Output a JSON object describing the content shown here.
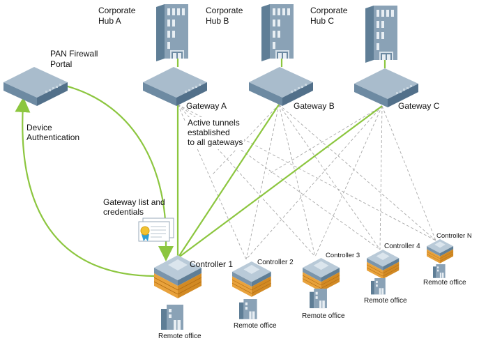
{
  "hubs": [
    {
      "line1": "Corporate",
      "line2": "Hub A"
    },
    {
      "line1": "Corporate",
      "line2": "Hub B"
    },
    {
      "line1": "Corporate",
      "line2": "Hub C"
    }
  ],
  "portal": {
    "line1": "PAN Firewall",
    "line2": "Portal"
  },
  "gateways": [
    "Gateway A",
    "Gateway B",
    "Gateway C"
  ],
  "device_auth": {
    "line1": "Device",
    "line2": "Authentication"
  },
  "tunnels_note": {
    "line1": "Active tunnels",
    "line2": "established",
    "line3": "to all gateways"
  },
  "gateway_list": {
    "line1": "Gateway list and",
    "line2": "credentials"
  },
  "controllers": [
    "Controller 1",
    "Controller 2",
    "Controller 3",
    "Controller 4",
    "Controller N"
  ],
  "remote_office_label": "Remote office",
  "colors": {
    "active_link": "#8cc63f",
    "tunnel": "#a8a8a8",
    "device": "#7b95ab",
    "firewall": "#e8a23c"
  }
}
